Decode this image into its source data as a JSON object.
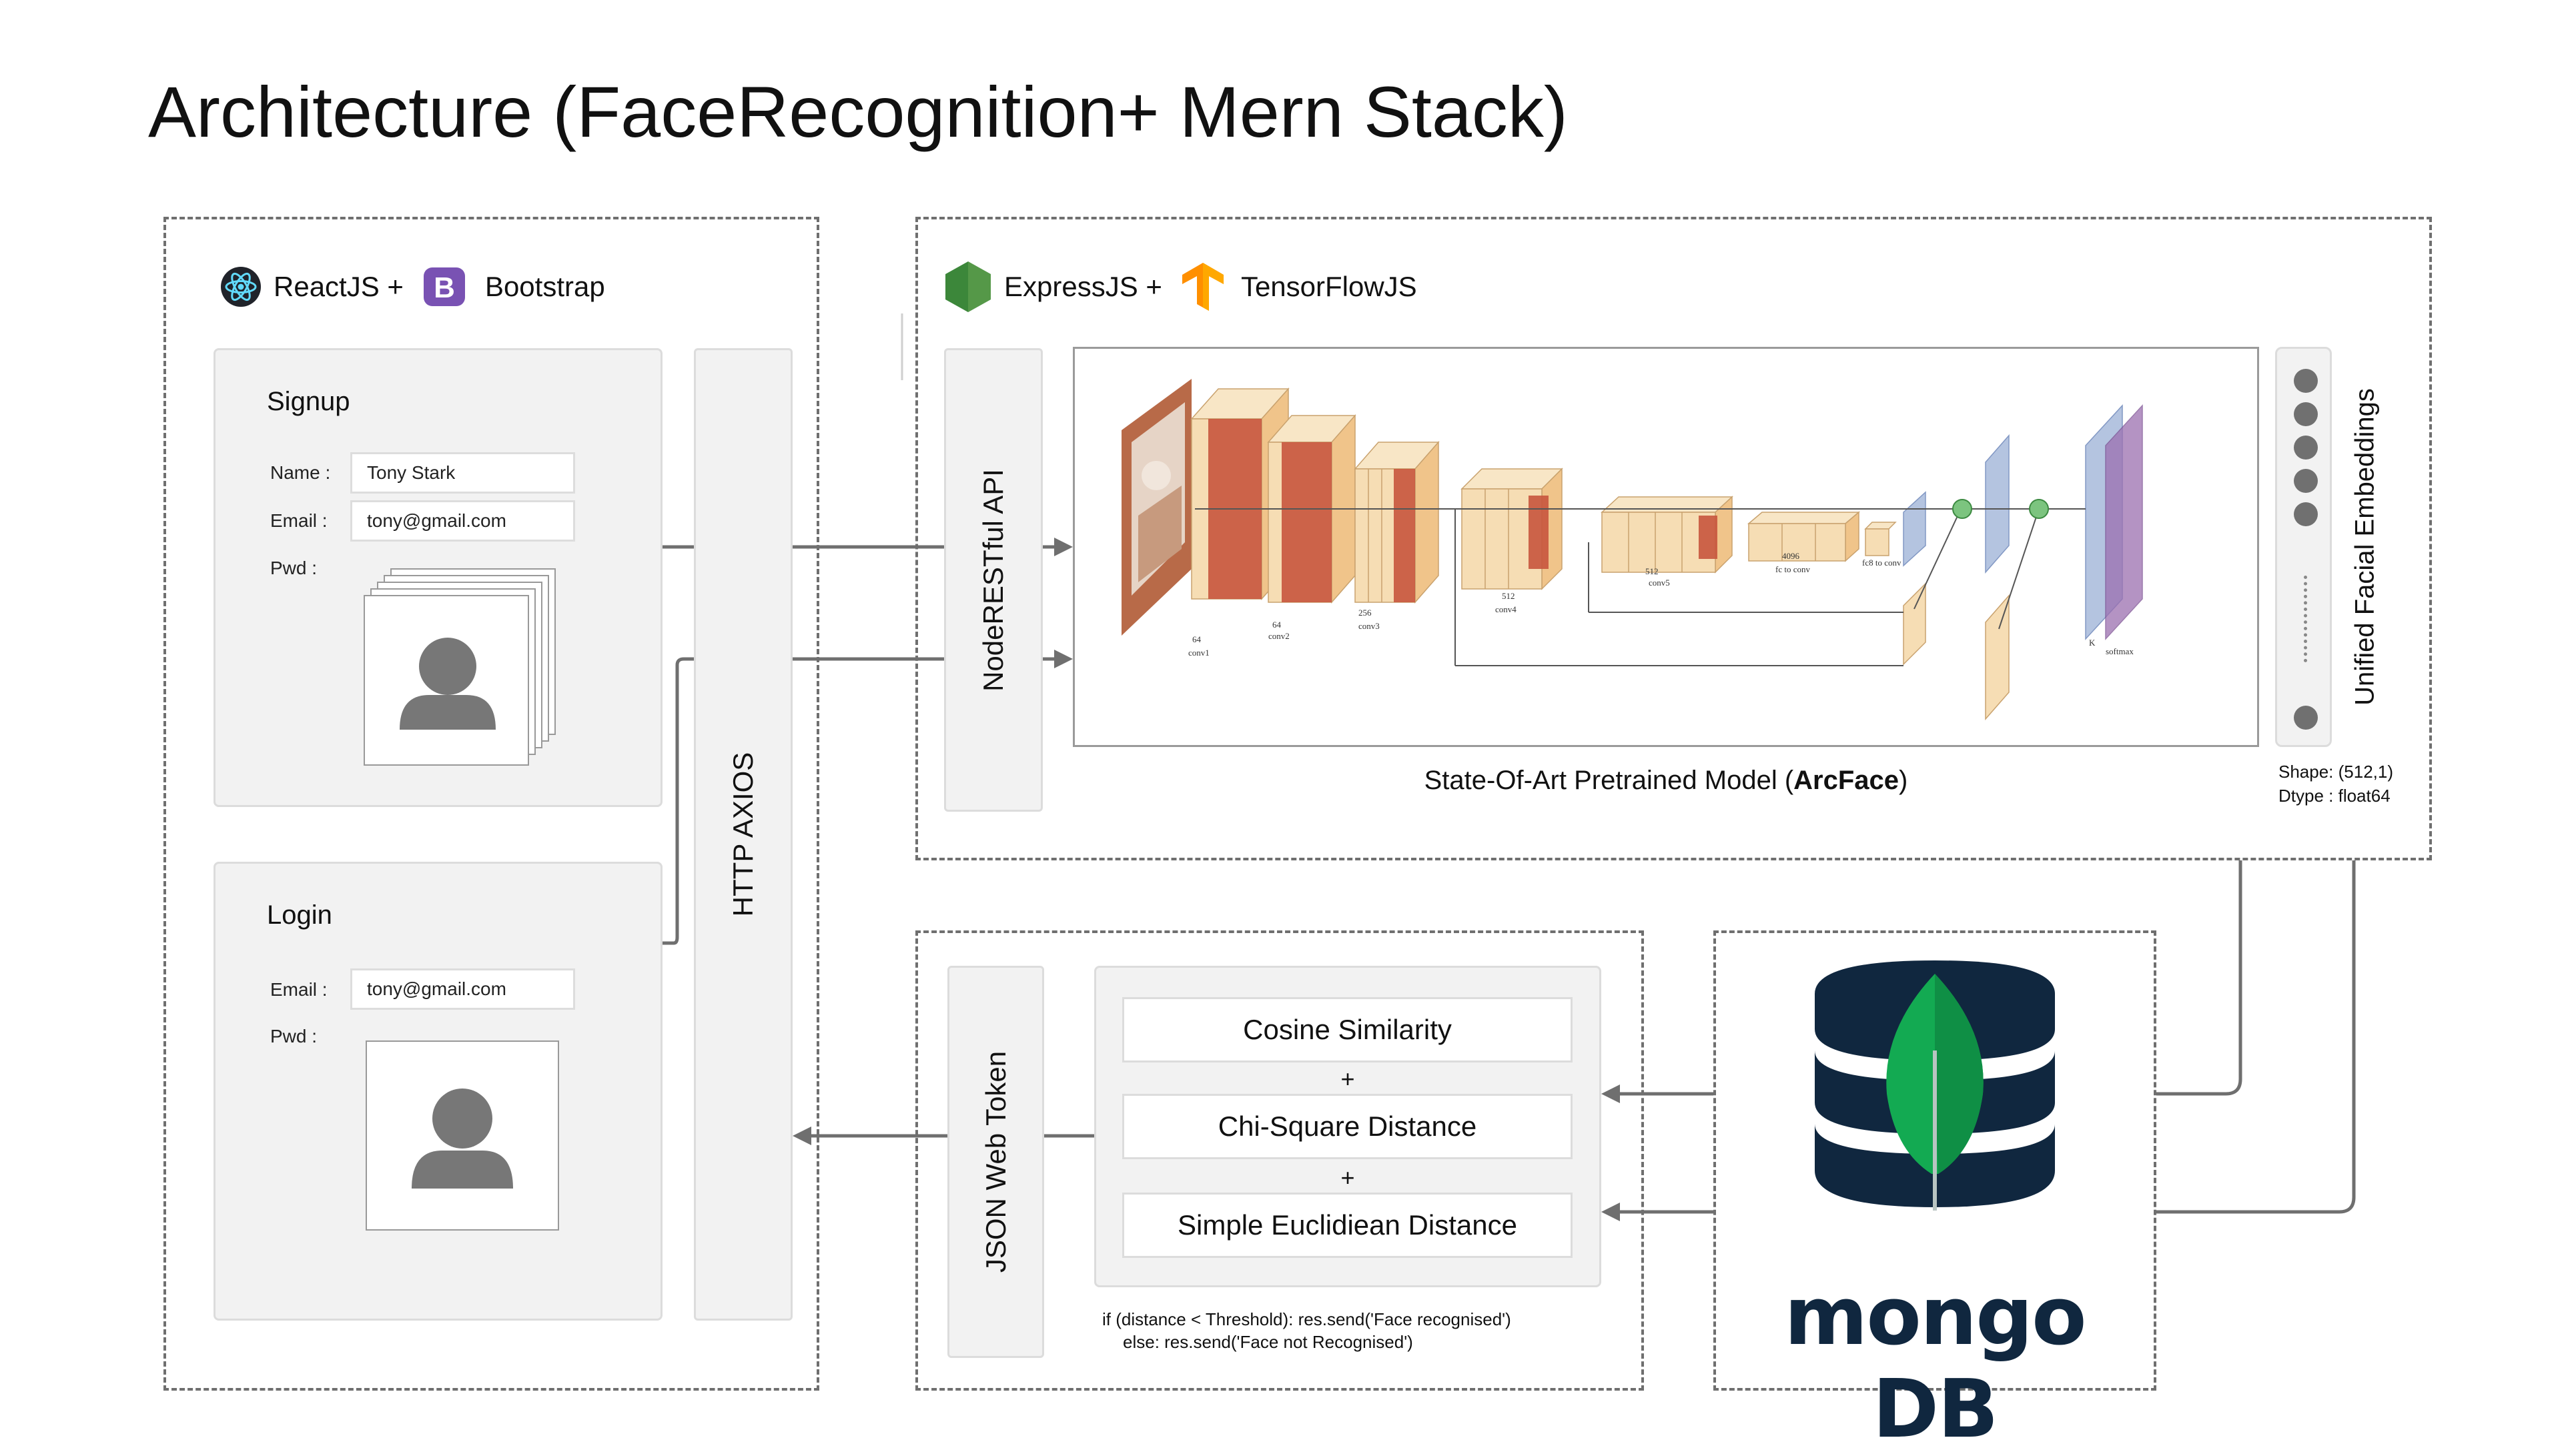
{
  "title": "Architecture (FaceRecognition+ Mern Stack)",
  "frontend": {
    "header_a": "ReactJS +",
    "header_b": "Bootstrap",
    "react_icon": "react-logo-icon",
    "bootstrap_icon": "bootstrap-logo-icon",
    "signup": {
      "title": "Signup",
      "name_label": "Name :",
      "name_value": "Tony Stark",
      "email_label": "Email :",
      "email_value": "tony@gmail.com",
      "pwd_label": "Pwd :"
    },
    "login": {
      "title": "Login",
      "email_label": "Email :",
      "email_value": "tony@gmail.com",
      "pwd_label": "Pwd :"
    },
    "http_label": "HTTP AXIOS"
  },
  "backend": {
    "header_a": "ExpressJS +",
    "header_b": "TensorFlowJS",
    "node_icon": "nodejs-logo-icon",
    "tf_icon": "tensorflow-logo-icon",
    "api_label": "NodeRESTful API",
    "model_caption_prefix": "State-Of-Art Pretrained Model (",
    "model_caption_bold": "ArcFace",
    "model_caption_suffix": ")",
    "embeddings_label": "Unified Facial Embeddings",
    "shape_text": "Shape: (512,1)",
    "dtype_text": "Dtype : float64",
    "network_labels": {
      "conv1": "conv1",
      "conv2": "conv2",
      "conv3": "conv3",
      "conv4": "conv4",
      "conv5": "conv5",
      "fc6": "fc to conv",
      "fc8": "fc8 to conv",
      "softmax": "softmax",
      "d64": "64",
      "d256": "256",
      "d512": "512",
      "d4096": "4096",
      "k": "K"
    }
  },
  "matching": {
    "jwt_label": "JSON Web Token",
    "methods": [
      "Cosine Similarity",
      "Chi-Square Distance",
      "Simple Euclidiean Distance"
    ],
    "plus": "+",
    "code_line1": "if (distance < Threshold): res.send('Face recognised')",
    "code_line2": "else: res.send('Face not Recognised')"
  },
  "database": {
    "wordmark": "mongo DB",
    "icon": "mongodb-leaf-database-icon"
  },
  "colors": {
    "line": "#6f6f6f",
    "conv_face": "#f6ddb4",
    "conv_red": "#c8553d",
    "fc_blue": "#b4c4e0",
    "softmax_purple": "#9b6fb0",
    "mongo_navy": "#10273f",
    "mongo_green": "#13aa52"
  }
}
